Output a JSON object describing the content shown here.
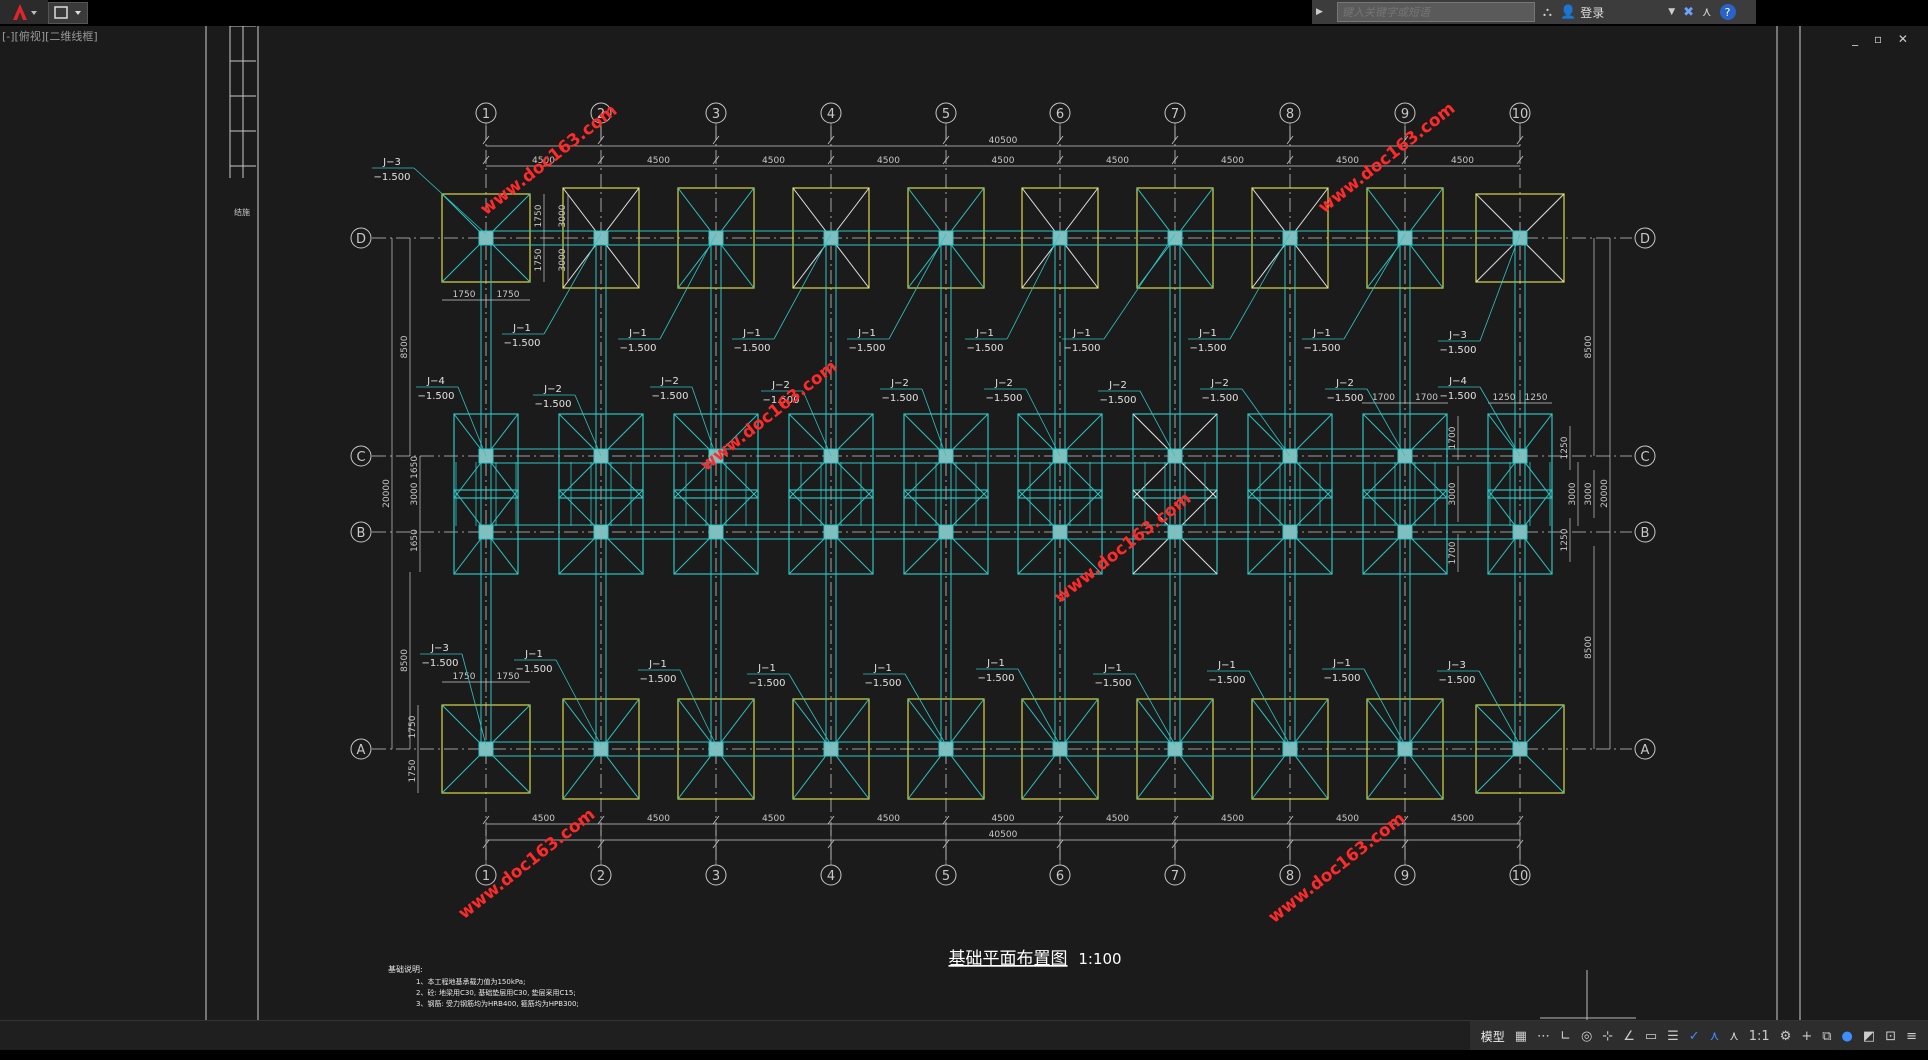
{
  "app": {
    "menu_icon": "autocad-a-icon"
  },
  "search": {
    "placeholder": "键入关键字或短语"
  },
  "toolbar": {
    "login_label": "登录"
  },
  "viewport": {
    "label": "[-][俯视][二维线框]"
  },
  "window_controls": "_ ▫ ✕",
  "drawing": {
    "column_labels": [
      "1",
      "2",
      "3",
      "4",
      "5",
      "6",
      "7",
      "8",
      "9",
      "10"
    ],
    "row_labels": [
      "D",
      "C",
      "B",
      "A"
    ],
    "total_width": "40500",
    "span": "4500",
    "total_depth": "20000",
    "dims_left": [
      "8500",
      "1650",
      "3000",
      "1650",
      "8500"
    ],
    "dims_right": [
      "8500",
      "1250",
      "3000",
      "1250",
      "8500"
    ],
    "dims_1750": "1750",
    "dims_1700": "1700",
    "dims_1250": "1250",
    "dims_3000": "3000",
    "footing_elev": "−1.500",
    "row_d_tags": [
      "J−3",
      "J−1",
      "J−1",
      "J−1",
      "J−1",
      "J−1",
      "J−1",
      "J−1",
      "J−1",
      "J−3"
    ],
    "row_c_tags": [
      "J−4",
      "J−2",
      "J−2",
      "J−2",
      "J−2",
      "J−2",
      "J−2",
      "J−2",
      "J−2",
      "J−4"
    ],
    "row_a_tags": [
      "J−3",
      "J−1",
      "J−1",
      "J−1",
      "J−1",
      "J−1",
      "J−1",
      "J−1",
      "J−1",
      "J−3"
    ],
    "title": "基础平面布置图",
    "scale": "1:100",
    "notes_title": "基础说明:",
    "notes": [
      "1、本工程地基承载力值为150kPa;",
      "2、砼: 地梁用C30, 基础垫层用C30, 垫层采用C15;",
      "3、钢筋: 受力钢筋均为HRB400, 箍筋均为HPB300;"
    ],
    "watermark": "www.doc163.com",
    "title_block_text": "结施"
  },
  "status": {
    "model_label": "模型",
    "scale_label": "1:1"
  }
}
